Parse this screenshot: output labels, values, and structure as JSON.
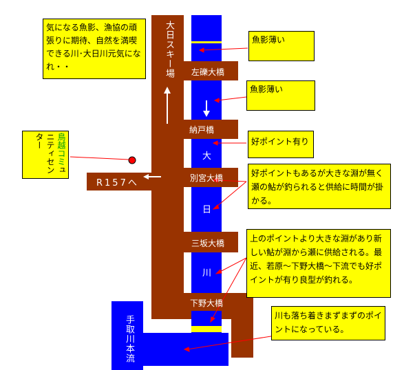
{
  "river": {
    "name_chars": [
      "大",
      "日",
      "川"
    ],
    "main_river_label": "手取川本流"
  },
  "roads": {
    "ski_road_label": "大日スキー場",
    "route_label": "R157へ"
  },
  "bridges": [
    {
      "name": "左礫大橋"
    },
    {
      "name": "納戸橋"
    },
    {
      "name": "別宮大橋"
    },
    {
      "name": "三坂大橋"
    },
    {
      "name": "下野大橋"
    }
  ],
  "community_center": {
    "line1": "鳥越コミ",
    "line2": "ュニティ",
    "line3": "センター"
  },
  "notes": {
    "intro": "気になる魚影、漁協の頑張りに期待、自然を満喫できる川･大日川元気になれ・・",
    "fish_shadow_1": "魚影薄い",
    "fish_shadow_2": "魚影薄い",
    "good_point": "好ポイント有り",
    "big_pool": "好ポイントもあるが大きな淵が無く瀬の鮎が釣られると供給に時間が掛かる。",
    "upper_point": "上のポイントより大きな淵があり新しい鮎が淵から瀬に供給される。最近、若原～下野大橋～下流でも好ポイントが有り良型が釣れる。",
    "bottom": "川も落ち着きまずまずのポイントになっている。"
  },
  "colors": {
    "road": "#993300",
    "river": "#0000ff",
    "note_bg": "#ffff00",
    "arrow": "#ff0000"
  }
}
